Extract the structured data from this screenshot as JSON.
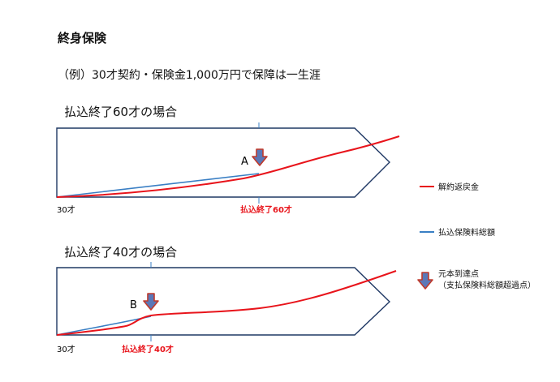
{
  "title": "終身保険",
  "example": "（例）30才契約・保険金1,000万円で保障は一生涯",
  "panel_60": {
    "title": "払込終了60才の場合",
    "start_age": "30才",
    "end_label": "払込終了60才",
    "marker": "A"
  },
  "panel_40": {
    "title": "払込終了40才の場合",
    "start_age": "30才",
    "end_label": "払込終了40才",
    "marker": "B"
  },
  "legend": {
    "surrender": "解約返戻金",
    "premium_total": "払込保険料総額",
    "breakeven_1": "元本到達点",
    "breakeven_2": "（支払保険料総額超過点）"
  },
  "colors": {
    "red_line": "#e8141b",
    "blue_line": "#3a7fc4",
    "outline": "#1f3864",
    "arrow_fill": "#5b78b8",
    "arrow_stroke": "#c0392b"
  }
}
